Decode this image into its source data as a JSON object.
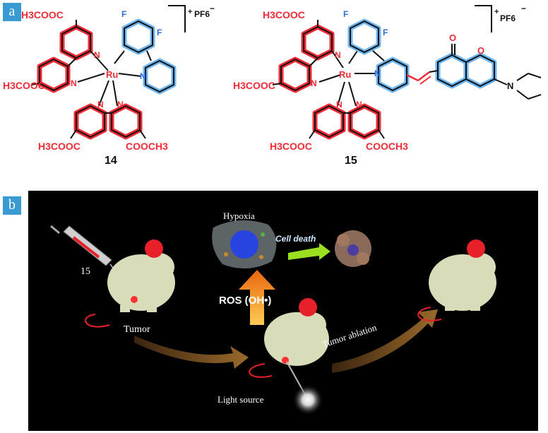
{
  "panels": {
    "a": "a",
    "b": "b"
  },
  "compound14": {
    "label": "14",
    "ester_tl": "H3COOC",
    "ester_ml": "H3COOC",
    "ester_bl": "H3COOC",
    "ester_br": "COOCH3",
    "n1": "N",
    "n2": "N",
    "n3": "N",
    "n4": "N",
    "n5": "N",
    "metal": "Ru",
    "f1": "F",
    "f2": "F",
    "counterion": "PF6",
    "charge": "+",
    "minus": "−"
  },
  "compound15": {
    "label": "15",
    "ester_tl": "H3COOC",
    "ester_ml": "H3COOC",
    "ester_bl": "H3COOC",
    "ester_br": "COOCH3",
    "n1": "N",
    "n2": "N",
    "n3": "N",
    "n4": "N",
    "n5": "N",
    "metal": "Ru",
    "f1": "F",
    "f2": "F",
    "carbonyl_o": "O",
    "ring_o": "O",
    "amine_n": "N",
    "counterion": "PF6",
    "charge": "+",
    "minus": "−"
  },
  "scheme": {
    "injection_label": "15",
    "tumor_label": "Tumor",
    "hypoxia_label": "Hypoxia",
    "cell_death_label": "Cell death",
    "ros_label": "ROS (OH•)",
    "tumor_ablation_label": "Tumor ablation",
    "light_source_label": "Light source"
  },
  "colors": {
    "red": "#ee2b36",
    "blue": "#2a6ed8",
    "mouse": "#d9dcb8",
    "ear": "#e8202a",
    "arrow": "#7a5222",
    "orange": "#f08a12",
    "tag": "#3a9bd3"
  }
}
